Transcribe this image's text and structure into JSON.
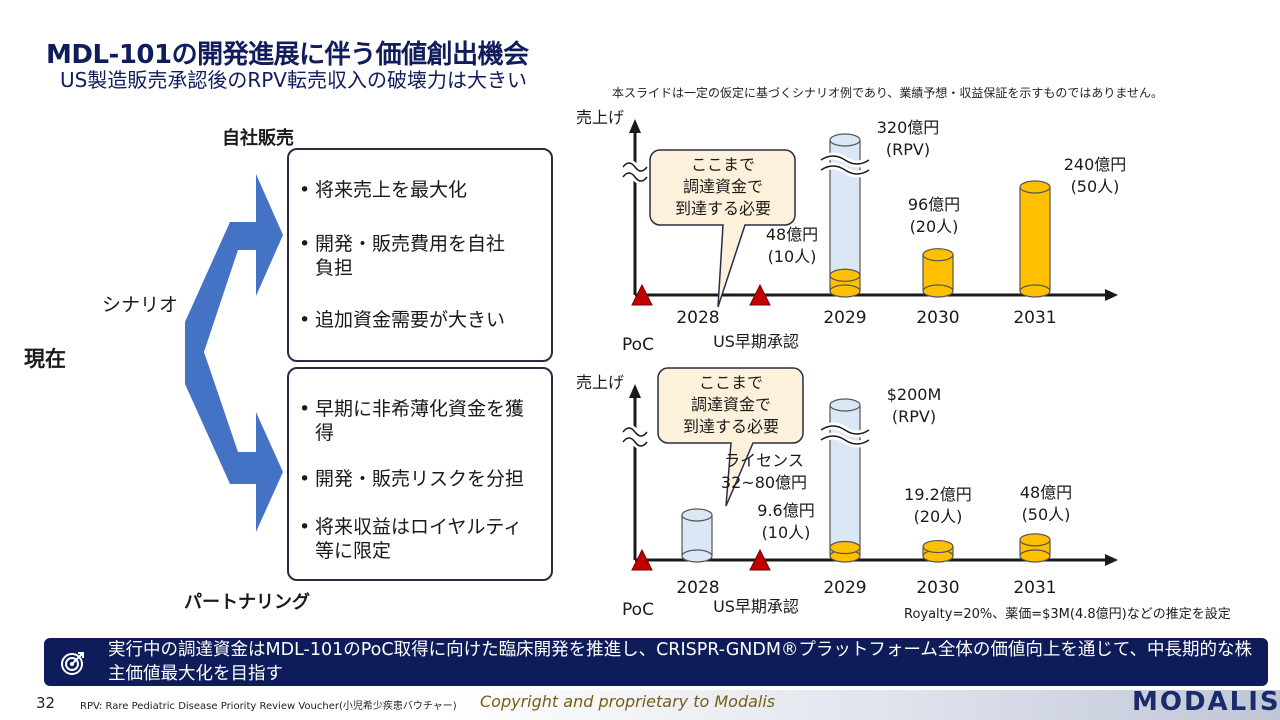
{
  "header": {
    "title": "MDL-101の開発進展に伴う価値創出機会",
    "subtitle": "US製造販売承認後のRPV転売収入の破壊力は大きい",
    "disclaimer": "本スライドは一定の仮定に基づくシナリオ例であり、業績予想・収益保証を示すものではありません。"
  },
  "diagram": {
    "current_label": "現在",
    "scenario_label": "シナリオ",
    "self_sales": {
      "title": "自社販売",
      "bullets": [
        "将来売上を最大化",
        "開発・販売費用を自社\n負担",
        "追加資金需要が大きい"
      ]
    },
    "partnering": {
      "title": "パートナリング",
      "bullets": [
        "早期に非希薄化資金を獲\n得",
        "開発・販売リスクを分担",
        "将来収益はロイヤルティ\n等に限定"
      ]
    },
    "bullet_char": "•",
    "arrow_color": "#4472c4"
  },
  "chart_data": [
    {
      "type": "bar",
      "ylabel": "売上げ",
      "categories": [
        "2028",
        "2029",
        "2030",
        "2031"
      ],
      "milestones": [
        "PoC",
        "US早期承認"
      ],
      "callout": "ここまで\n調達資金で\n到達する必要",
      "series": [
        {
          "values": [
            null,
            48,
            96,
            240
          ]
        },
        {
          "values": [
            null,
            320,
            null,
            null
          ]
        }
      ],
      "data_labels": [
        "48億円\n(10人)",
        "320億円\n(RPV)",
        "96億円\n(20人)",
        "240億円\n(50人)"
      ],
      "axis_break": true
    },
    {
      "type": "bar",
      "ylabel": "売上げ",
      "categories": [
        "2028",
        "2029",
        "2030",
        "2031"
      ],
      "milestones": [
        "PoC",
        "US早期承認"
      ],
      "callout": "ここまで\n調達資金で\n到達する必要",
      "series": [
        {
          "values": [
            null,
            9.6,
            19.2,
            48
          ]
        },
        {
          "values": [
            null,
            200,
            null,
            null
          ]
        },
        {
          "values": [
            "32~80",
            null,
            null,
            null
          ]
        }
      ],
      "data_labels": [
        "ライセンス\n32~80億円",
        "9.6億円\n(10人)",
        "$200M\n(RPV)",
        "19.2億円\n(20人)",
        "48億円\n(50人)"
      ],
      "axis_break": true,
      "note": "Royalty=20%、薬価=$3M(4.8億円)などの推定を設定"
    }
  ],
  "colors": {
    "navy": "#0f1c5a",
    "gold": "#ffc000",
    "light_blue": "#dbe7f5",
    "callout_bg": "#fdf1dc",
    "milestone_red": "#c00000"
  },
  "bottom_banner": {
    "icon": "target-icon",
    "text": "実行中の調達資金はMDL-101のPoC取得に向けた臨床開発を推進し、CRISPR-GNDM®プラットフォーム全体の価値向上を通じて、中長期的な株主価値最大化を目指す"
  },
  "footer": {
    "page_number": "32",
    "footnote": "RPV: Rare Pediatric Disease Priority Review Voucher(小児希少疾患バウチャー)",
    "copyright": "Copyright and proprietary to Modalis",
    "logo": "MODALIS"
  }
}
